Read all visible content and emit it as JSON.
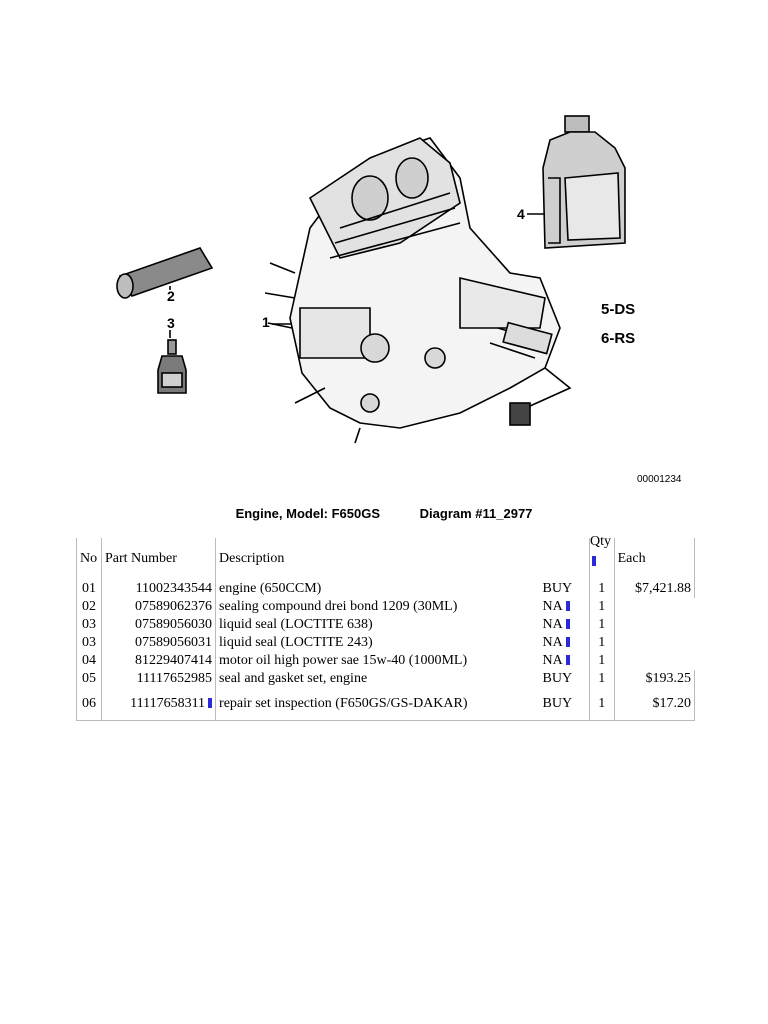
{
  "diagram": {
    "callouts": [
      "1",
      "2",
      "3",
      "4"
    ],
    "variants": [
      "5-DS",
      "6-RS"
    ],
    "image_code": "00001234"
  },
  "caption": {
    "model": "Engine,  Model: F650GS",
    "diagram": "Diagram #11_2977"
  },
  "table": {
    "headers": {
      "no": "No",
      "part": "Part Number",
      "desc": "Description",
      "qty": "Qty",
      "each": "Each"
    },
    "rows": [
      {
        "no": "01",
        "part": "11002343544",
        "desc": "engine  (650CCM)",
        "status": "BUY",
        "qty": "1",
        "each": "$7,421.88"
      },
      {
        "no": "02",
        "part": "07589062376",
        "desc": "sealing compound drei bond 1209  (30ML)",
        "status": "NA",
        "qty": "1",
        "each": ""
      },
      {
        "no": "03",
        "part": "07589056030",
        "desc": "liquid seal  (LOCTITE 638)",
        "status": "NA",
        "qty": "1",
        "each": ""
      },
      {
        "no": "03",
        "part": "07589056031",
        "desc": "liquid seal  (LOCTITE 243)",
        "status": "NA",
        "qty": "1",
        "each": ""
      },
      {
        "no": "04",
        "part": "81229407414",
        "desc": "motor oil high power sae 15w-40  (1000ML)",
        "status": "NA",
        "qty": "1",
        "each": ""
      },
      {
        "no": "05",
        "part": "11117652985",
        "desc": "seal and gasket set, engine",
        "status": "BUY",
        "qty": "1",
        "each": "$193.25"
      },
      {
        "no": "06",
        "part": "11117658311",
        "desc": "repair set inspection  (F650GS/GS-DAKAR)",
        "status": "BUY",
        "qty": "1",
        "each": "$17.20"
      }
    ]
  },
  "colors": {
    "marker": "#2a2ad8",
    "rule": "#bbbbbb"
  }
}
